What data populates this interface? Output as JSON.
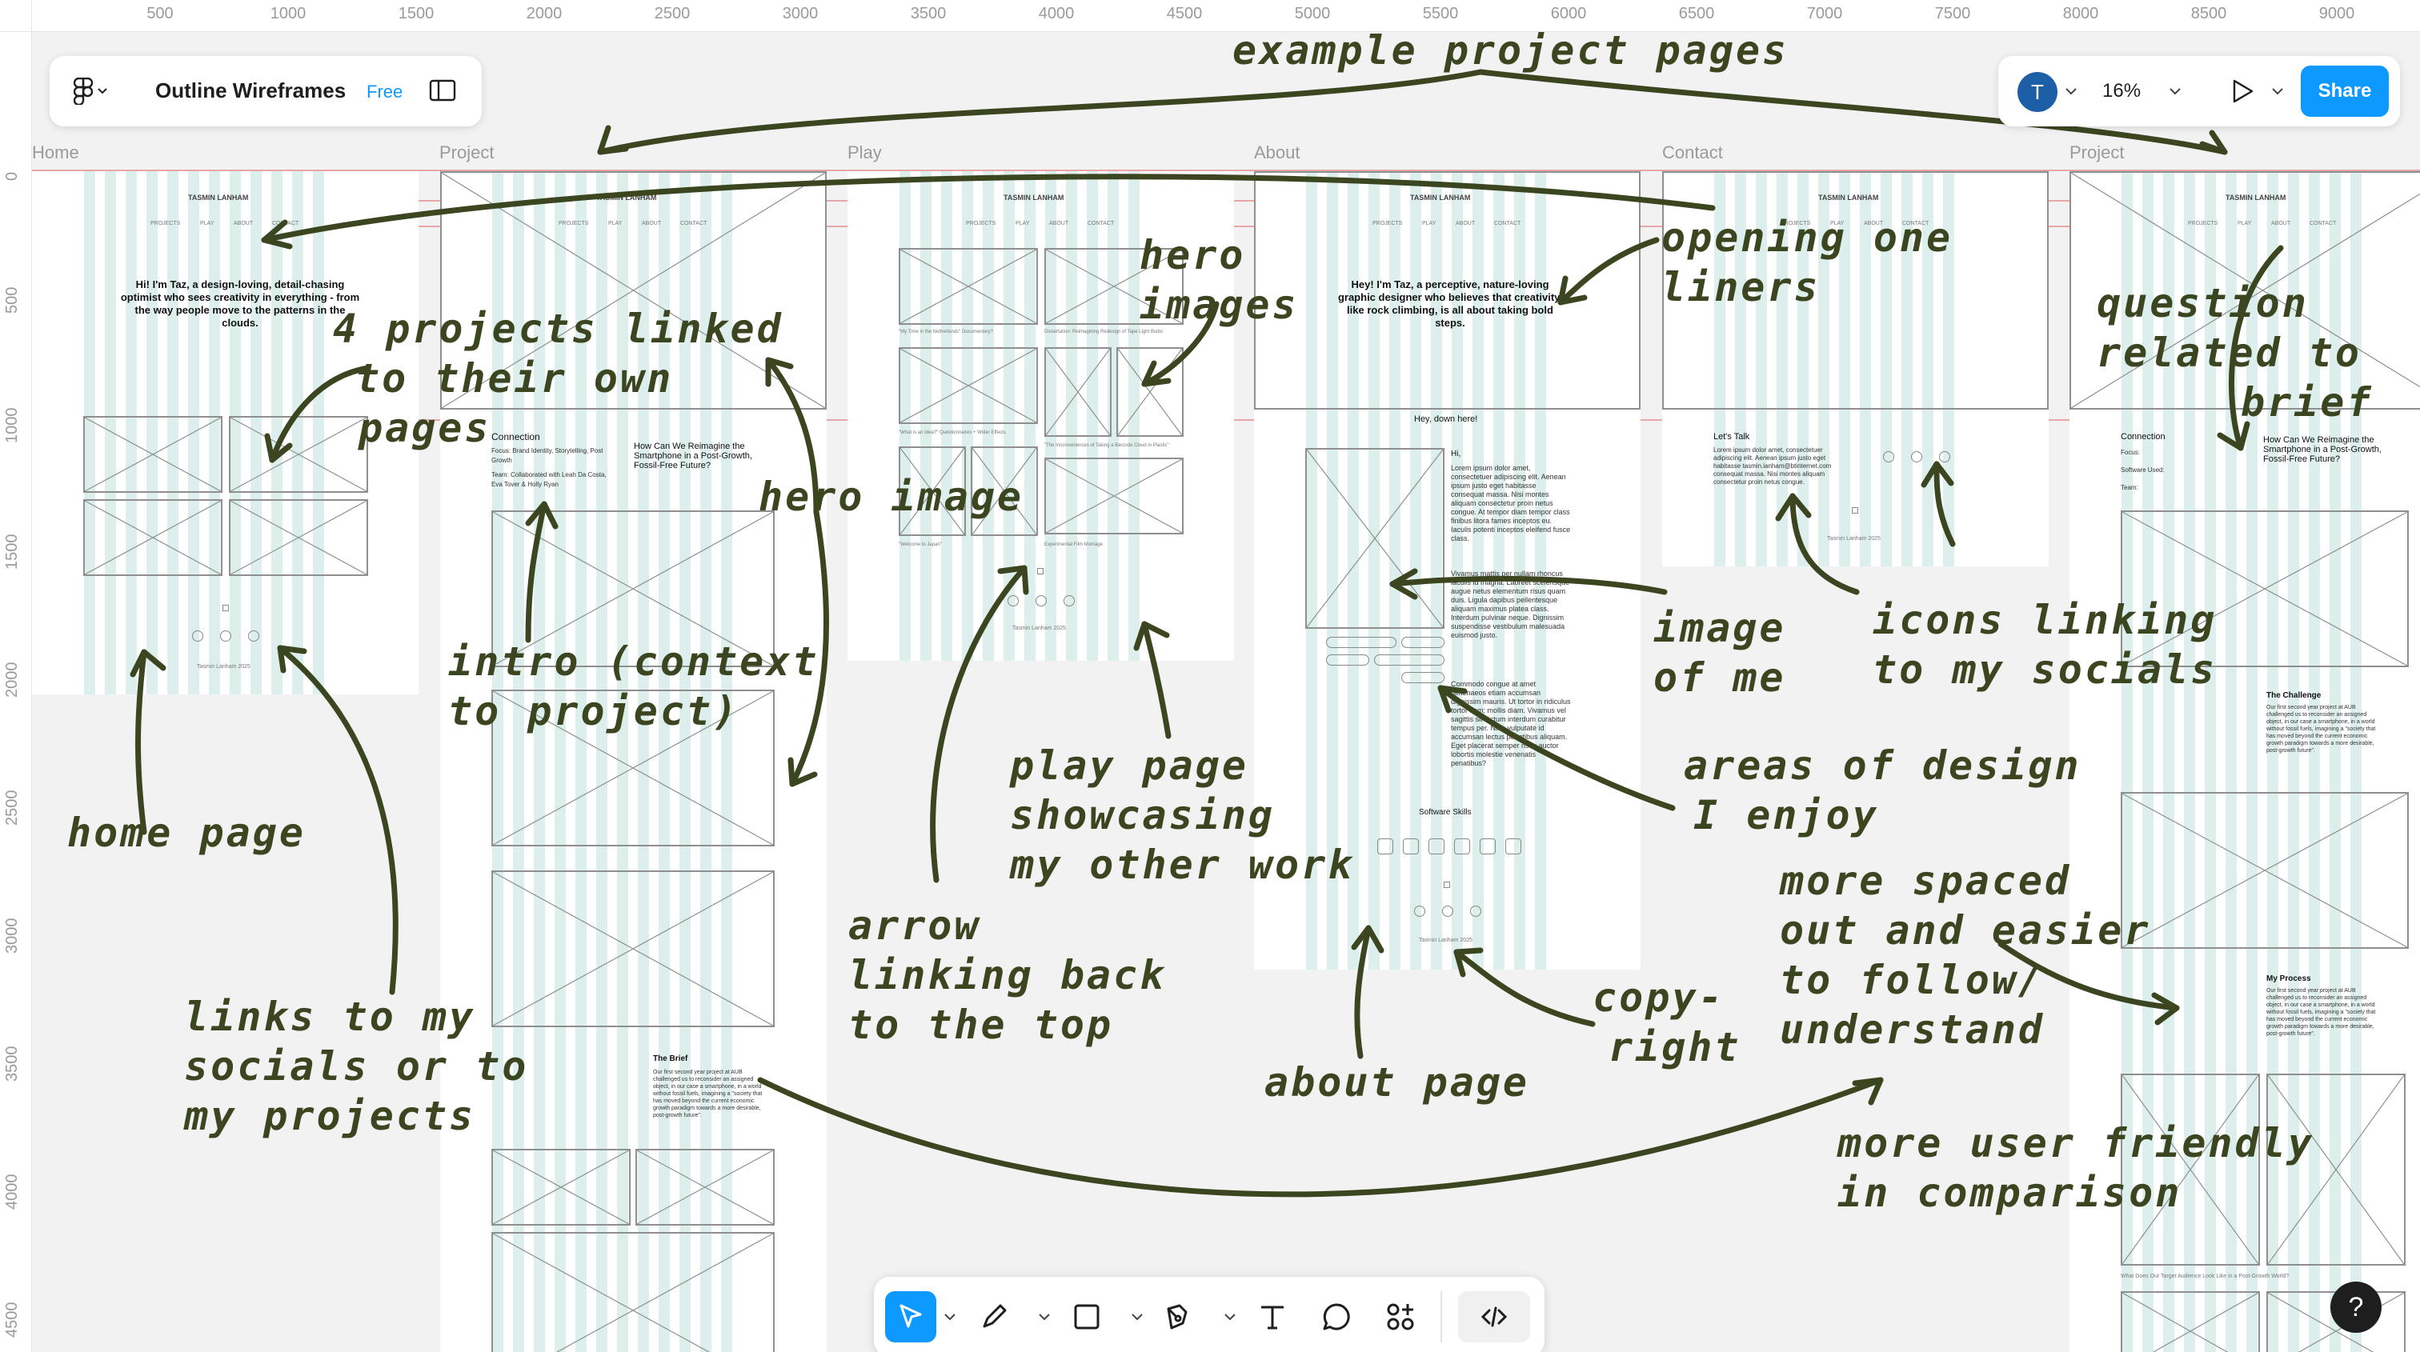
{
  "document": {
    "title": "Outline Wireframes",
    "plan": "Free",
    "zoom": "16%",
    "share_label": "Share",
    "user_initial": "T"
  },
  "ruler": {
    "top": [
      "500",
      "1000",
      "1500",
      "2000",
      "2500",
      "3000",
      "3500",
      "4000",
      "4500",
      "5000",
      "5500",
      "6000",
      "6500",
      "7000",
      "7500",
      "8000",
      "8500",
      "9000"
    ],
    "left": [
      "0",
      "500",
      "1000",
      "1500",
      "2000",
      "2500",
      "3000",
      "3500",
      "4000",
      "4500"
    ]
  },
  "frames": {
    "home": "Home",
    "project": "Project",
    "play": "Play",
    "about": "About",
    "contact": "Contact",
    "project2": "Project"
  },
  "wire": {
    "name": "TASMIN LANHAM",
    "nav": [
      "PROJECTS",
      "PLAY",
      "ABOUT",
      "CONTACT"
    ],
    "home_intro": "Hi! I'm Taz, a design-loving, detail-chasing optimist who sees  creativity in everything - from the way people move to the patterns in  the clouds.",
    "about_intro": "Hey! I'm Taz, a perceptive, nature-loving graphic designer who  believes that creativity, like rock climbing, is all about taking bold  steps.",
    "connection": "Connection",
    "connection_sub": "Focus: Brand Identity, Storytelling, Post Growth",
    "team": "Team: Collaborated with Leah Da Costa, Eva Tover & Holly Ryan",
    "question": "How Can We Reimagine the Smartphone in a Post-Growth, Fossil-Free Future?",
    "brief_title": "The Brief",
    "brief_body": "Our first second year project at AUB challenged us to reconsider an assigned object, in our case a smartphone, in a world without fossil fuels, imagining a \"society that has moved beyond the current economic growth paradigm towards a more desirable, post-growth future\".",
    "hey": "Hey, down here!",
    "hi": "Hi,",
    "lorem": "Lorem ipsum dolor amet, consectetuer adipiscing elit. Aenean ipsum justo eget habitasse consequat massa. Nisi montes aliquam consectetur proin netus congue. At tempor diam tempor class finibus litora fames inceptos eu. Iaculis potenti inceptos eleifend fusce class.",
    "lorem2": "Vivamus mattis per nullam rhoncus iaculis id magna. Laoreet scelerisque augue netus elementum risus quam duis. Ligula dapibus pellentesque aliquam maximus platea class. Interdum pulvinar neque. Dignissim suspendisse vestibulum malesuada euismod justo.",
    "lorem3": "Commodo congue at amet himenaeos etiam accumsan dignissim mauris. Ut tortor in ridiculus tortor sem; mollis diam. Vivamus vel sagittis sit dictum interdum curabitur tempus per. Nibh vulputate id accumsan lectus penatibus aliquam. Eget placerat semper risus auctor lobortis molestie venenatis penatibus?",
    "skills": "Software Skills",
    "copyright": "Tasmin Lanham 2025",
    "lets_talk": "Let's Talk",
    "contact_body": "Lorem ipsum dolor amet, consectetuer adipiscing elit. Aenean ipsum justo eget habitasse tasmin.lanham@btinternet.com consequat massa. Nisi montes aliquam consectetur proin netus congue.",
    "focus": "Focus:",
    "software": "Software Used:",
    "team_short": "Team:",
    "challenge": "The Challenge",
    "challenge_body": "Our first second year project at AUB challenged us to reconsider an assigned object, in our case a smartphone, in a world without fossil fuels, imagining a \"society that has moved beyond the current economic growth paradigm towards a more desirable, post-growth future\".",
    "process": "My Process",
    "bottom_q": "What Does Our Target Audience Look Like in a Post-Growth World?",
    "play_caps": [
      "\"My Time in the Netherlands\" Documentary?",
      "Dissertation: Reimagining Redesign of Tape Light Bulbs",
      "\"What is an Idea?\" Questionnaires + Wider Effects",
      "\"The Inconveniences of Taking a Barcode Cloud in Plastic\"",
      "\"Welcome to Japan\"",
      "Experimental Film Montage"
    ]
  },
  "notes": {
    "example_pages": "example project pages",
    "projects_linked": [
      "4 projects linked",
      "to their own",
      "pages"
    ],
    "hero_image": "hero image",
    "hero_images": [
      "hero",
      "images"
    ],
    "opening": [
      "opening one",
      "liners"
    ],
    "question": [
      "question",
      "related to",
      "brief"
    ],
    "intro": [
      "intro (context",
      "to project)"
    ],
    "home_page": "home page",
    "links": [
      "links to my",
      "socials or to",
      "my projects"
    ],
    "play_page": [
      "play page",
      "showcasing",
      "my other work"
    ],
    "arrow": [
      "arrow",
      "linking back",
      "to the top"
    ],
    "image_me": [
      "image",
      "of me"
    ],
    "icons": [
      "icons linking",
      "to my socials"
    ],
    "areas": [
      "areas of design",
      "I enjoy"
    ],
    "spaced": [
      "more spaced",
      "out and easier",
      "to follow/",
      "understand"
    ],
    "copy": [
      "copy-",
      "right"
    ],
    "about_page": "about page",
    "user_friendly": [
      "more user friendly",
      "in comparison"
    ]
  },
  "colors": {
    "accent": "#0d99ff",
    "ink": "#3b4621",
    "column": "#dcefec",
    "guide": "#e8a6a6"
  },
  "icons": [
    "figma-logo",
    "chevron-down-icon",
    "sidebar-toggle-icon",
    "play-icon",
    "move-tool-icon",
    "pencil-icon",
    "frame-tool-icon",
    "pen-tool-icon",
    "text-tool-icon",
    "comment-icon",
    "components-icon",
    "dev-mode-icon",
    "help-icon"
  ]
}
